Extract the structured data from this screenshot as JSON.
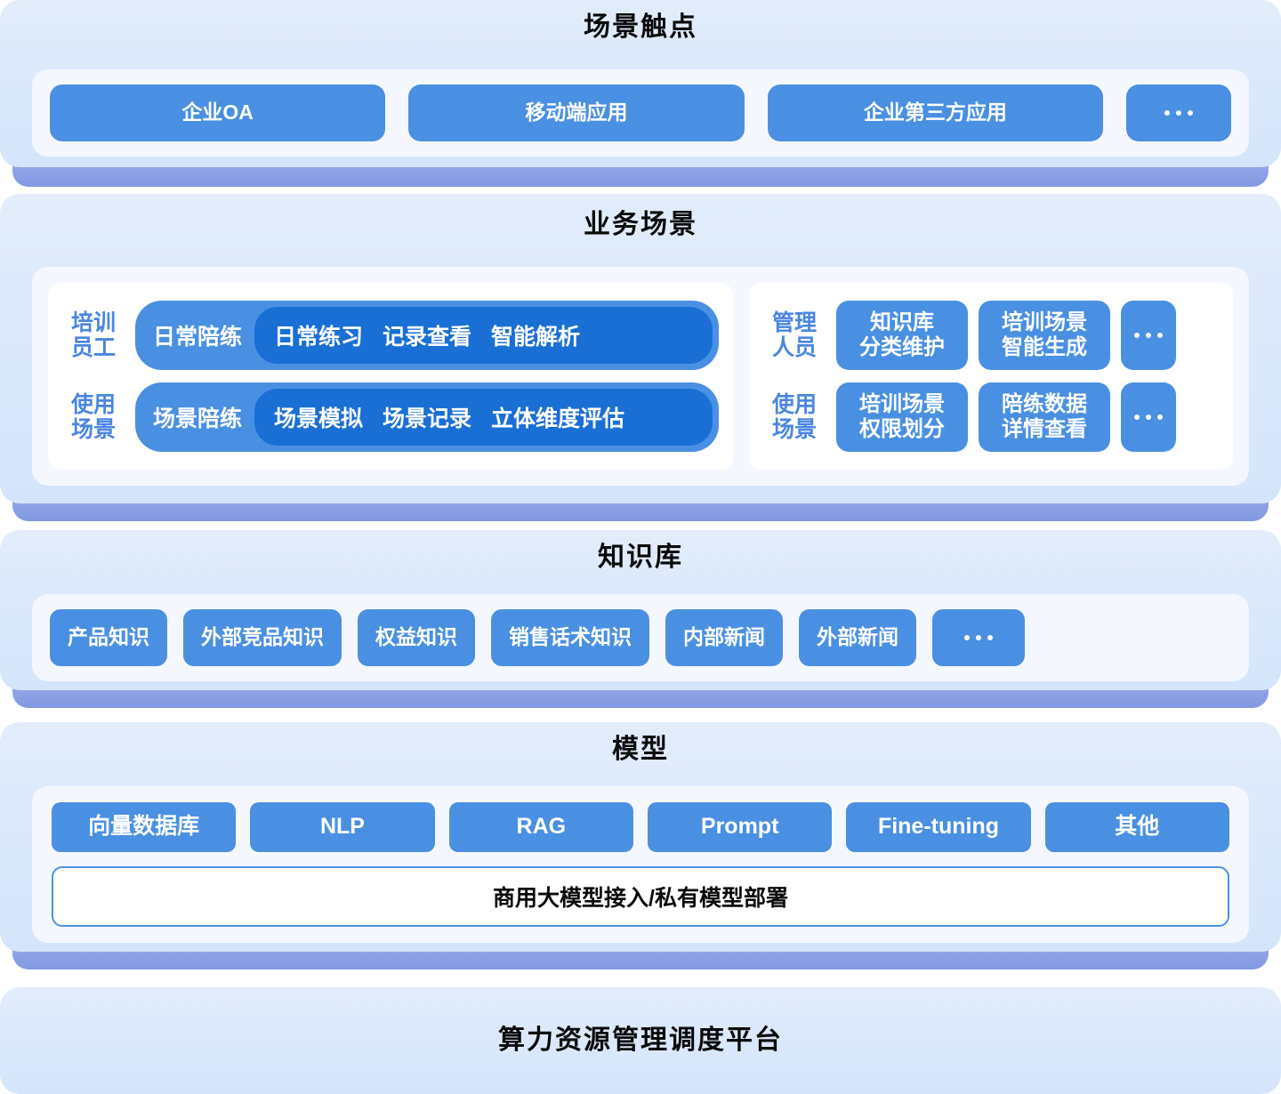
{
  "colors": {
    "pill": "#4a90e2",
    "pill_dark": "#1a6fd4",
    "panel": "#d4e5fb",
    "panel_base": "#8198e2",
    "inner_card": "#f4f8fe",
    "label_blue": "#4a86e0",
    "title": "#0a0a0a"
  },
  "sections": {
    "touchpoint": {
      "title": "场景触点",
      "items": [
        {
          "label": "企业OA",
          "icon": ""
        },
        {
          "label": "移动端应用",
          "icon": ""
        },
        {
          "label": "企业第三方应用",
          "icon": ""
        },
        {
          "label": "…",
          "icon": "ellipsis-icon"
        }
      ]
    },
    "business": {
      "title": "业务场景",
      "left_rows": [
        {
          "label": "培训\n员工",
          "label_line1": "培训",
          "label_line2": "员工",
          "head": "日常陪练",
          "items": [
            "日常练习",
            "记录查看",
            "智能解析"
          ]
        },
        {
          "label": "使用\n场景",
          "label_line1": "使用",
          "label_line2": "场景",
          "head": "场景陪练",
          "items": [
            "场景模拟",
            "场景记录",
            "立体维度评估"
          ]
        }
      ],
      "right_rows": [
        {
          "label_line1": "管理",
          "label_line2": "人员",
          "items": [
            {
              "line1": "知识库",
              "line2": "分类维护"
            },
            {
              "line1": "培训场景",
              "line2": "智能生成"
            }
          ],
          "more": "…"
        },
        {
          "label_line1": "使用",
          "label_line2": "场景",
          "items": [
            {
              "line1": "培训场景",
              "line2": "权限划分"
            },
            {
              "line1": "陪练数据",
              "line2": "详情查看"
            }
          ],
          "more": "…"
        }
      ]
    },
    "knowledge_base": {
      "title": "知识库",
      "items": [
        {
          "label": "产品知识"
        },
        {
          "label": "外部竞品知识"
        },
        {
          "label": "权益知识"
        },
        {
          "label": "销售话术知识"
        },
        {
          "label": "内部新闻"
        },
        {
          "label": "外部新闻"
        },
        {
          "label": "…",
          "icon": "ellipsis-icon"
        }
      ]
    },
    "model": {
      "title": "模型",
      "items": [
        {
          "label": "向量数据库"
        },
        {
          "label": "NLP"
        },
        {
          "label": "RAG"
        },
        {
          "label": "Prompt"
        },
        {
          "label": "Fine-tuning"
        },
        {
          "label": "其他"
        }
      ],
      "deploy": "商用大模型接入/私有模型部署"
    },
    "compute": {
      "title": "算力资源管理调度平台"
    }
  }
}
